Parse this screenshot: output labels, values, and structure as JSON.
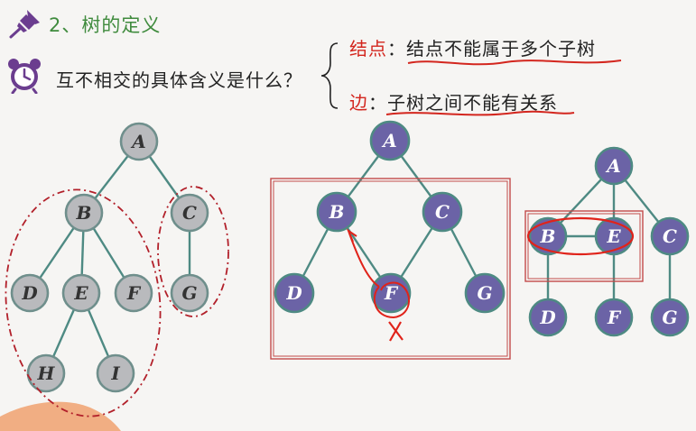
{
  "heading": {
    "title": "2、树的定义"
  },
  "question": {
    "text": "互不相交的具体含义是什么？"
  },
  "answers": [
    {
      "label": "结点",
      "colon": "：",
      "text": "结点不能属于多个子树"
    },
    {
      "label": "边",
      "colon": "：",
      "text": "子树之间不能有关系"
    }
  ],
  "icons": {
    "pin": "pushpin-icon",
    "clock": "alarm-clock-icon"
  },
  "colors": {
    "title_green": "#3f8b3d",
    "gray_node": "#b9babd",
    "purple_node": "#6b63a6",
    "edge": "#4e8a83",
    "annotation_red": "#d3261e"
  },
  "trees": [
    {
      "name": "valid-tree",
      "style": "gray",
      "nodes": [
        {
          "id": "A"
        },
        {
          "id": "B"
        },
        {
          "id": "C"
        },
        {
          "id": "D"
        },
        {
          "id": "E"
        },
        {
          "id": "F"
        },
        {
          "id": "G"
        },
        {
          "id": "H"
        },
        {
          "id": "I"
        }
      ],
      "edges": [
        [
          "A",
          "B"
        ],
        [
          "A",
          "C"
        ],
        [
          "B",
          "D"
        ],
        [
          "B",
          "E"
        ],
        [
          "B",
          "F"
        ],
        [
          "C",
          "G"
        ],
        [
          "E",
          "H"
        ],
        [
          "E",
          "I"
        ]
      ]
    },
    {
      "name": "non-tree-shared-node",
      "style": "purple",
      "nodes": [
        {
          "id": "A"
        },
        {
          "id": "B"
        },
        {
          "id": "C"
        },
        {
          "id": "D"
        },
        {
          "id": "F"
        },
        {
          "id": "G"
        }
      ],
      "edges": [
        [
          "A",
          "B"
        ],
        [
          "A",
          "C"
        ],
        [
          "B",
          "D"
        ],
        [
          "B",
          "F"
        ],
        [
          "C",
          "F"
        ],
        [
          "C",
          "G"
        ]
      ]
    },
    {
      "name": "non-tree-subtree-edge",
      "style": "purple",
      "nodes": [
        {
          "id": "A"
        },
        {
          "id": "B"
        },
        {
          "id": "E"
        },
        {
          "id": "C"
        },
        {
          "id": "D"
        },
        {
          "id": "F"
        },
        {
          "id": "G"
        }
      ],
      "edges": [
        [
          "A",
          "B"
        ],
        [
          "A",
          "E"
        ],
        [
          "A",
          "C"
        ],
        [
          "B",
          "E"
        ],
        [
          "B",
          "D"
        ],
        [
          "E",
          "F"
        ],
        [
          "C",
          "G"
        ]
      ]
    }
  ]
}
